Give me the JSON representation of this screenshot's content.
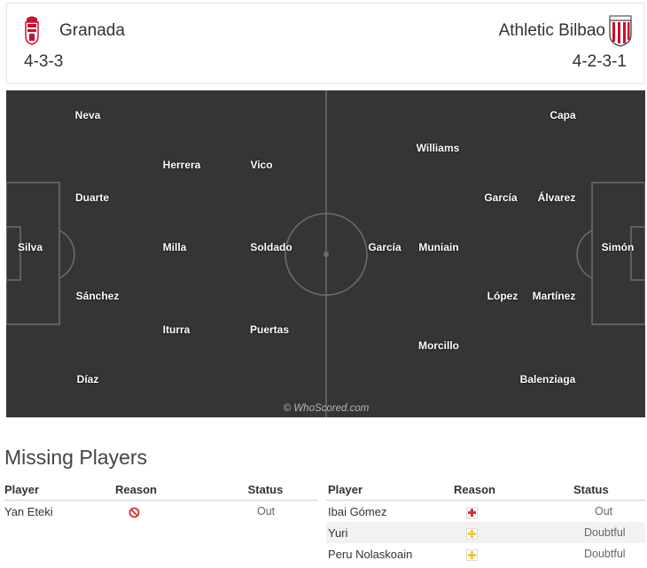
{
  "home": {
    "name": "Granada",
    "formation": "4-3-3",
    "players": [
      "Neva",
      "Herrera",
      "Vico",
      "Duarte",
      "Silva",
      "Milla",
      "Soldado",
      "Sánchez",
      "Iturra",
      "Puertas",
      "Díaz"
    ]
  },
  "away": {
    "name": "Athletic Bilbao",
    "formation": "4-2-3-1",
    "players": [
      "Capa",
      "Williams",
      "García",
      "Álvarez",
      "García",
      "Muniain",
      "Simón",
      "López",
      "Martínez",
      "Morcillo",
      "Balenziaga"
    ]
  },
  "watermark": "© WhoScored.com",
  "missing": {
    "title": "Missing Players",
    "headers": {
      "player": "Player",
      "reason": "Reason",
      "status": "Status"
    },
    "home": [
      {
        "player": "Yan Eteki",
        "reason_icon": "suspension-icon",
        "status": "Out"
      }
    ],
    "away": [
      {
        "player": "Ibai Gómez",
        "reason_icon": "injury-icon",
        "status": "Out"
      },
      {
        "player": "Yuri",
        "reason_icon": "doubtful-icon",
        "status": "Doubtful"
      },
      {
        "player": "Peru Nolaskoain",
        "reason_icon": "doubtful-icon",
        "status": "Doubtful"
      }
    ]
  },
  "colors": {
    "pitch": "#353535",
    "lines": "#6d6d6d",
    "injury": "#d93030",
    "doubtful": "#f0c830",
    "suspension": "#d03030"
  }
}
